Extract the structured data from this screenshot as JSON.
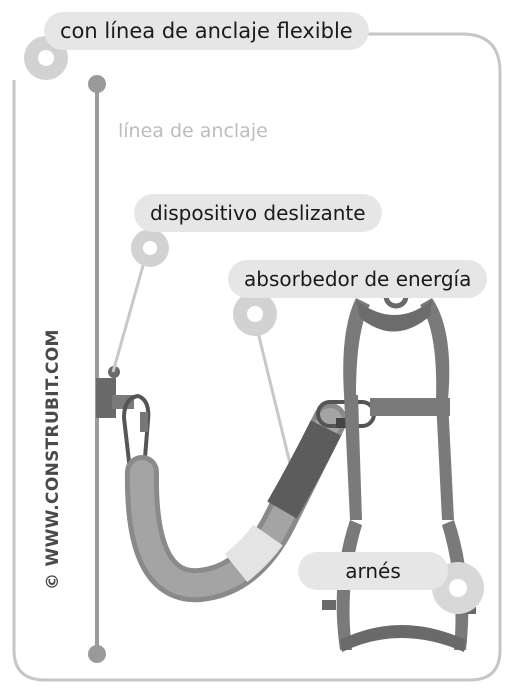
{
  "labels": {
    "title": "con línea de anclaje flexible",
    "anchor_line": "línea de anclaje",
    "sliding_device": "dispositivo deslizante",
    "energy_absorber": "absorbedor de energía",
    "harness": "arnés"
  },
  "watermark": {
    "copyright_icon": "copyright-icon",
    "text": "WWW.CONSTRUBIT.COM"
  },
  "colors": {
    "frame": "#c4c4c4",
    "pill": "#e6e6e6",
    "harness": "#7a7a7a",
    "lanyard": "#8a8a8a",
    "absorber": "#5e5e5e",
    "text": "#1a1a1a"
  }
}
